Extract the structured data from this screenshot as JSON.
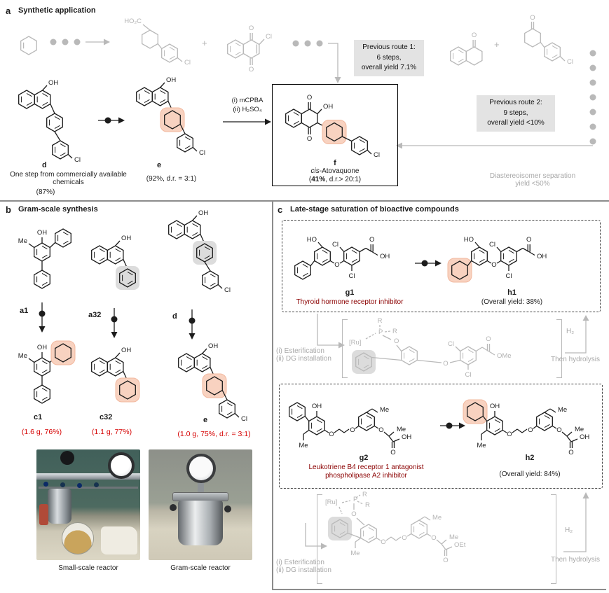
{
  "atoms": {
    "oh": "OH",
    "ho": "HO",
    "cl": "Cl",
    "o": "O",
    "me": "Me",
    "ho2c": "HO₂C",
    "ome": "OMe",
    "oet": "OEt",
    "r": "R",
    "p": "P",
    "ru": "[Ru]",
    "h2": "H₂",
    "plus": "+"
  },
  "panel_a": {
    "label": "a",
    "title": "Synthetic application",
    "route1": [
      "Previous route 1:",
      "6 steps,",
      "overall yield 7.1%"
    ],
    "route2": [
      "Previous route 2:",
      "9 steps,",
      "overall yield <10%"
    ],
    "conditions": [
      "(i) mCPBA",
      "(ii) H₂SO₄"
    ],
    "d_label": "d",
    "d_note1": "One step from commercially available",
    "d_note2": "chemicals",
    "d_yield": "(87%)",
    "e_label": "e",
    "e_yield": "(92%, d.r. = 3:1)",
    "f_label": "f",
    "f_name_italic": "cis",
    "f_name_rest": "-Atovaquone",
    "f_yield_open": "(",
    "f_yield_bold": "41%",
    "f_yield_rest": ", d.r.> 20:1)",
    "sep_note1": "Diastereoisomer separation",
    "sep_note2": "yield <50%"
  },
  "panel_b": {
    "label": "b",
    "title": "Gram-scale synthesis",
    "a1": "a1",
    "a32": "a32",
    "d": "d",
    "c1": "c1",
    "c32": "c32",
    "e": "e",
    "yield_c1": "(1.6 g, 76%)",
    "yield_c32": "(1.1 g, 77%)",
    "yield_e": "(1.0 g, 75%, d.r. = 3:1)",
    "caption_small": "Small-scale reactor",
    "caption_large": "Gram-scale reactor"
  },
  "panel_c": {
    "label": "c",
    "title": "Late-stage saturation of bioactive compounds",
    "g1": "g1",
    "h1": "h1",
    "g2": "g2",
    "h2": "h2",
    "g1_name": "Thyroid hormone receptor inhibitor",
    "h1_yield": "(Overall yield: 38%)",
    "g2_name1": "Leukotriene B4 receptor 1 antagonist",
    "g2_name2": "phospholipase A2 inhibitor",
    "h2_yield": "(Overall yield: 84%)",
    "step1": "(i) Esterification",
    "step2": "(ii) DG installation",
    "gas": "H₂",
    "hydrolysis": "Then hydrolysis"
  }
}
